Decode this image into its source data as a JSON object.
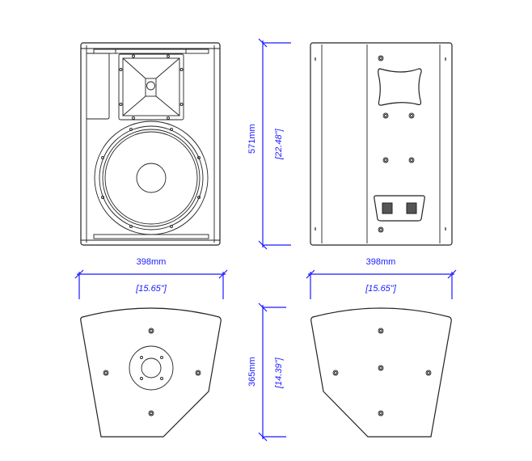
{
  "dimensions": {
    "height_mm": "571mm",
    "height_in": "[22.48\"]",
    "width_front_mm": "398mm",
    "width_front_in": "[15.65\"]",
    "width_rear_mm": "398mm",
    "width_rear_in": "[15.65\"]",
    "depth_mm": "365mm",
    "depth_in": "[14.39\"]"
  },
  "colors": {
    "dimension": "#1a1aff",
    "line": "#222222"
  }
}
